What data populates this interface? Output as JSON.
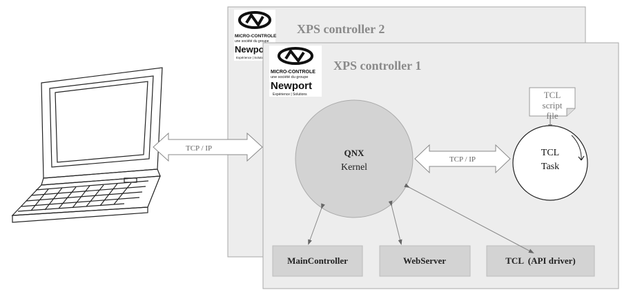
{
  "controller2": {
    "title": "XPS controller 2"
  },
  "controller1": {
    "title": "XPS controller 1"
  },
  "logo": {
    "line1": "MICRO-CONTROLE",
    "line2": "une société du groupe",
    "brand": "Newport",
    "tagline": "Expérience | Solutions"
  },
  "qnx": {
    "title": "QNX",
    "subtitle": "Kernel"
  },
  "tcl_task": {
    "line1": "TCL",
    "line2": "Task"
  },
  "script_file": {
    "line1": "TCL",
    "line2": "script",
    "line3": "file"
  },
  "links": {
    "pc_link": "TCP / IP",
    "task_link": "TCP / IP"
  },
  "modules": {
    "main": "MainController",
    "web": "WebServer",
    "tcl_api": "TCL  (API driver)"
  }
}
